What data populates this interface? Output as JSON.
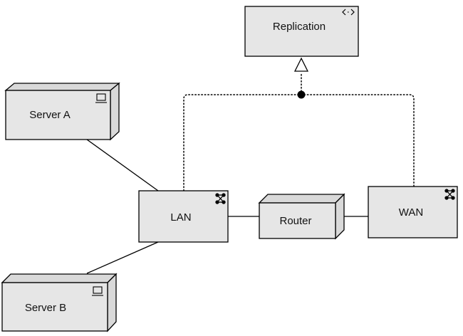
{
  "diagram": {
    "nodes": {
      "replication": {
        "label": "Replication",
        "icon": "interface-brackets-icon"
      },
      "server_a": {
        "label": "Server A",
        "icon": "computer-icon"
      },
      "server_b": {
        "label": "Server B",
        "icon": "computer-icon"
      },
      "lan": {
        "label": "LAN",
        "icon": "network-icon"
      },
      "router": {
        "label": "Router"
      },
      "wan": {
        "label": "WAN",
        "icon": "network-icon"
      }
    },
    "connections": [
      {
        "from": "Server A",
        "to": "LAN",
        "style": "solid"
      },
      {
        "from": "Server B",
        "to": "LAN",
        "style": "solid"
      },
      {
        "from": "LAN",
        "to": "Router",
        "style": "solid"
      },
      {
        "from": "Router",
        "to": "WAN",
        "style": "solid"
      },
      {
        "from": "LAN",
        "to": "Replication",
        "style": "dotted-realization"
      },
      {
        "from": "WAN",
        "to": "Replication",
        "style": "dotted-realization"
      }
    ],
    "colors": {
      "box_fill": "#e6e6e6",
      "box_side_fill": "#d9d9d9",
      "stroke": "#000000",
      "background": "#ffffff"
    }
  }
}
